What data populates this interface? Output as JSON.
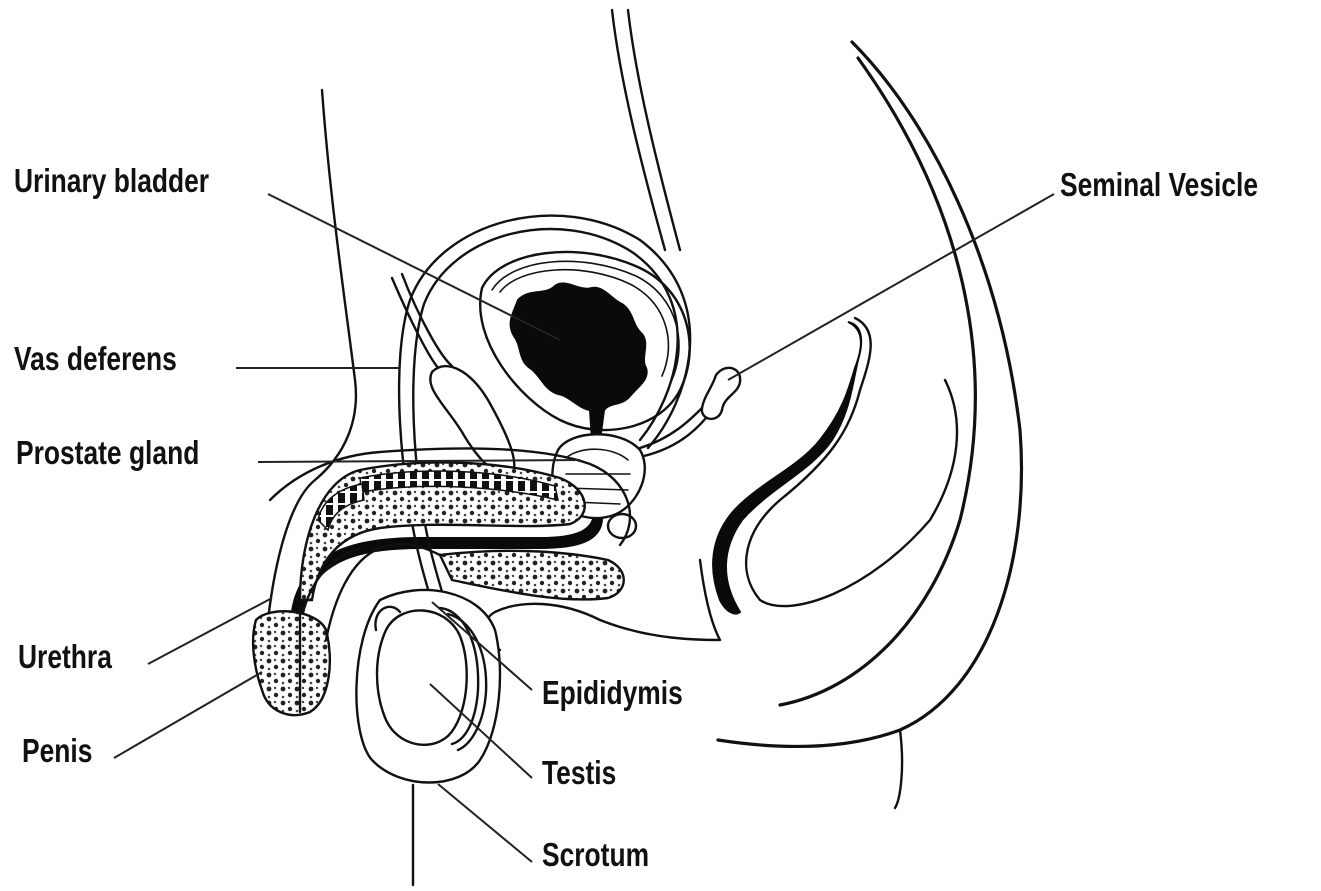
{
  "labels": {
    "urinary_bladder": "Urinary bladder",
    "seminal_vesicle": "Seminal Vesicle",
    "vas_deferens": "Vas deferens",
    "prostate_gland": "Prostate gland",
    "urethra": "Urethra",
    "penis": "Penis",
    "epididymis": "Epididymis",
    "testis": "Testis",
    "scrotum": "Scrotum"
  },
  "colors": {
    "ink": "#111111",
    "background": "#ffffff"
  }
}
